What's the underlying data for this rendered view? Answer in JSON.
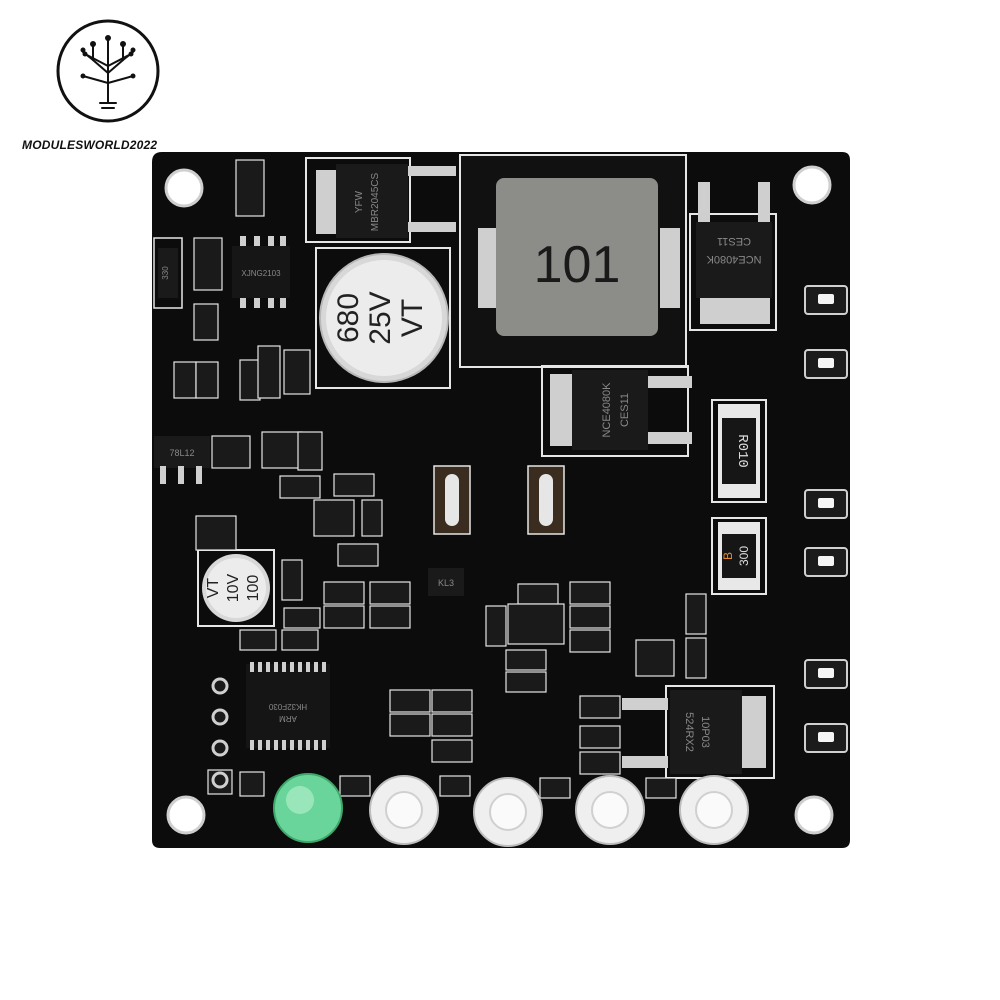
{
  "watermark": {
    "brand_text": "MODULESWORLD2022"
  },
  "board": {
    "inductor_marking": "101",
    "capacitor_large": {
      "line1": "680",
      "line2": "25V",
      "line3": "VT"
    },
    "capacitor_small": {
      "line1": "100",
      "line2": "10V",
      "line3": "VT"
    },
    "diode_marking": "MBR2045CS",
    "diode_marking2": "YFW",
    "mosfet_top_marking": "NCE4080K",
    "mosfet_top_marking2": "CES11",
    "mosfet_mid_marking": "NCE4080K",
    "mosfet_mid_marking2": "CES11",
    "shunt_resistor": "R010",
    "resistor_300": "300",
    "resistor_300_prefix": "B",
    "regulator_marking": "78L12",
    "ic_small_marking": "XJNG2103",
    "controller_ic_marking": "HK32F030",
    "controller_ic_marking2": "ARM",
    "bottom_transistor_marking": "10P03",
    "bottom_transistor_marking2": "524RX2",
    "small_chip_marking": "KL3",
    "resistor_330": "330"
  },
  "colors": {
    "pcb": "#0c0c0c",
    "silkscreen": "#f2f2f2",
    "inductor": "#8a8a86",
    "pad": "#c9c9c9",
    "led_green": "#69d59a"
  }
}
